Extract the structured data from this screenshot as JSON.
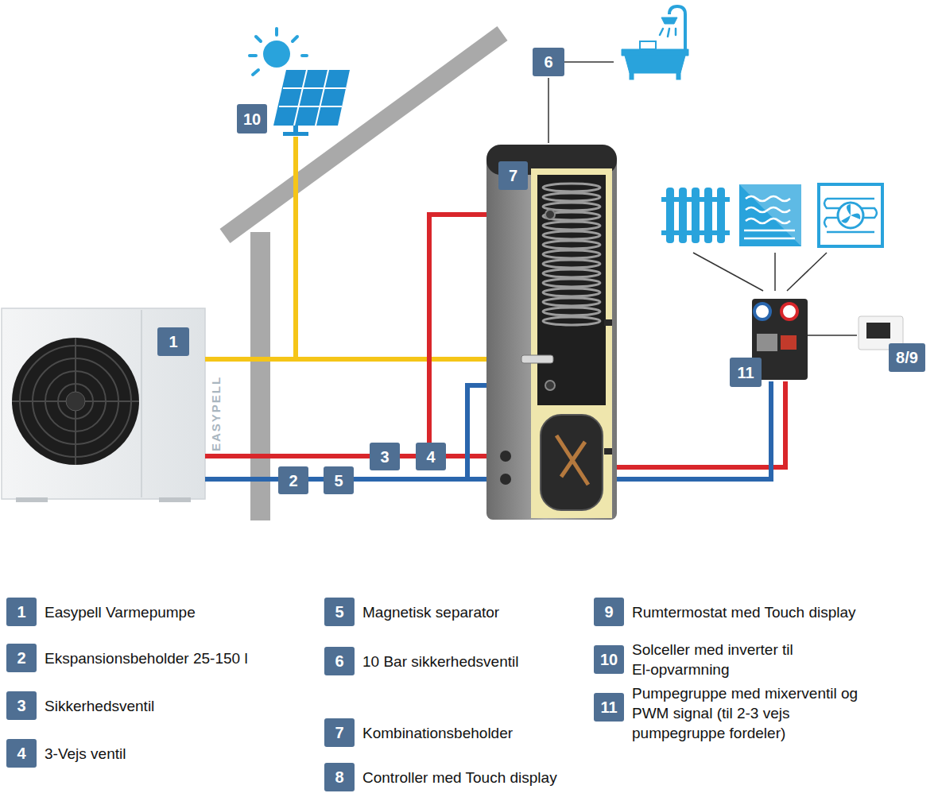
{
  "diagram": {
    "nodes": [
      {
        "text": [
          "6"
        ]
      },
      {
        "text": [
          "10"
        ]
      },
      {
        "text": [
          "7"
        ]
      },
      {
        "text": [
          "1"
        ]
      },
      {
        "text": [
          "8/9"
        ]
      },
      {
        "text": [
          "11"
        ]
      },
      {
        "text": [
          "3"
        ]
      },
      {
        "text": [
          "4"
        ]
      },
      {
        "text": [
          "2"
        ]
      },
      {
        "text": [
          "5"
        ]
      },
      {
        "text": [
          "1",
          "Easypell Varmepumpe"
        ]
      },
      {
        "text": [
          "2",
          "Ekspansionsbeholder 25-150 l"
        ]
      },
      {
        "text": [
          "3",
          "Sikkerhedsventil"
        ]
      },
      {
        "text": [
          "4",
          "3-Vejs ventil"
        ]
      },
      {
        "text": [
          "5",
          "Magnetisk separator"
        ]
      },
      {
        "text": [
          "6",
          "10 Bar sikkerhedsventil"
        ]
      },
      {
        "text": [
          "7",
          "Kombinationsbeholder"
        ]
      },
      {
        "text": [
          "8",
          "Controller med Touch display"
        ]
      },
      {
        "text": [
          "9",
          "Rumtermostat med Touch display"
        ]
      },
      {
        "text": [
          "10",
          "Solceller med inverter til El-opvarmning"
        ]
      },
      {
        "text": [
          "11",
          "Pumpegruppe med mixerventil og PWM signal (til 2-3 vejs pumpegruppe fordeler)"
        ]
      }
    ],
    "labels": [
      "EASYPELL"
    ]
  }
}
